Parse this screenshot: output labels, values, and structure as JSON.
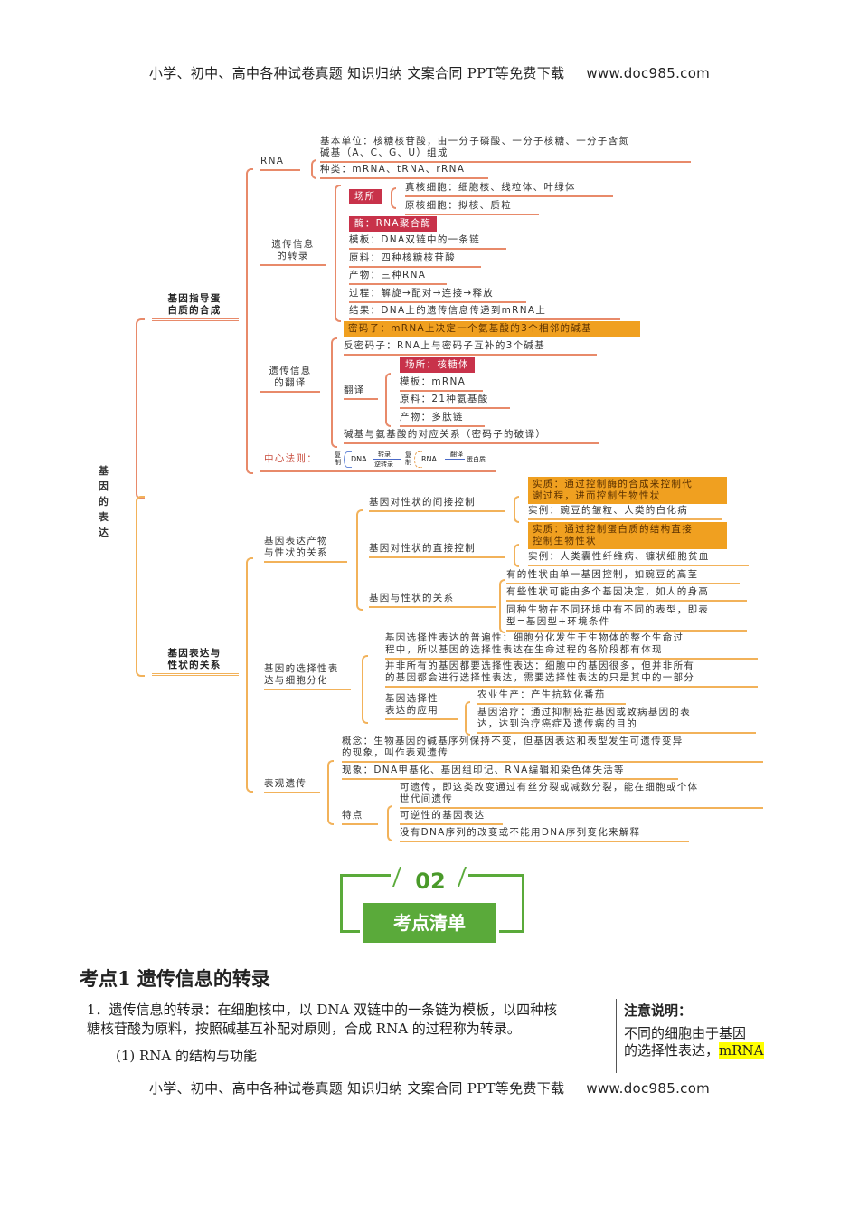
{
  "header": {
    "text": "小学、初中、高中各种试卷真题  知识归纳  文案合同  PPT等免费下载",
    "url": "www.doc985.com"
  },
  "footer": {
    "text": "小学、初中、高中各种试卷真题  知识归纳  文案合同  PPT等免费下载",
    "url": "www.doc985.com"
  },
  "mindmap": {
    "root": "基因的表达",
    "root_chars": [
      "基",
      "因",
      "的",
      "表",
      "达"
    ],
    "branch1": {
      "label_l1": "基因指导蛋",
      "label_l2": "白质的合成",
      "rna": {
        "label": "RNA",
        "unit_l1": "基本单位：核糖核苷酸，由一分子磷酸、一分子核糖、一分子含氮",
        "unit_l2": "碱基（A、C、G、U）组成",
        "types": "种类：mRNA、tRNA、rRNA"
      },
      "transcription": {
        "label_l1": "遗传信息",
        "label_l2": "的转录",
        "site_tag": "场所",
        "site_eukaryote": "真核细胞：细胞核、线粒体、叶绿体",
        "site_prokaryote": "原核细胞：拟核、质粒",
        "enzyme_tag": "酶：RNA聚合酶",
        "template": "模板：DNA双链中的一条链",
        "material": "原料：四种核糖核苷酸",
        "product": "产物：三种RNA",
        "process": "过程：解旋→配对→连接→释放",
        "result": "结果：DNA上的遗传信息传递到mRNA上"
      },
      "translation": {
        "label_l1": "遗传信息",
        "label_l2": "的翻译",
        "codon_tag": "密码子：mRNA上决定一个氨基酸的3个相邻的碱基",
        "anticodon": "反密码子：RNA上与密码子互补的3个碱基",
        "sub_label": "翻译",
        "site_tag": "场所：核糖体",
        "template": "模板：mRNA",
        "material": "原料：21种氨基酸",
        "product": "产物：多肽链",
        "correspondence": "碱基与氨基酸的对应关系（密码子的破译）"
      },
      "central_dogma": {
        "label": "中心法则：",
        "replicate": "复制",
        "dna": "DNA",
        "transcribe": "转录",
        "reverse": "逆转录",
        "rna": "RNA",
        "translate": "翻译",
        "protein": "蛋白质"
      }
    },
    "branch2": {
      "label_l1": "基因表达与",
      "label_l2": "性状的关系",
      "products": {
        "label_l1": "基因表达产物",
        "label_l2": "与性状的关系",
        "indirect": "基因对性状的间接控制",
        "indirect_essence_l1": "实质：通过控制酶的合成来控制代",
        "indirect_essence_l2": "谢过程，进而控制生物性状",
        "indirect_example": "实例：豌豆的皱粒、人类的白化病",
        "direct": "基因对性状的直接控制",
        "direct_essence_l1": "实质：通过控制蛋白质的结构直接",
        "direct_essence_l2": "控制生物性状",
        "direct_example": "实例：人类囊性纤维病、镰状细胞贫血",
        "relation": "基因与性状的关系",
        "rel_1": "有的性状由单一基因控制，如豌豆的高茎",
        "rel_2": "有些性状可能由多个基因决定，如人的身高",
        "rel_3_l1": "同种生物在不同环境中有不同的表型，即表",
        "rel_3_l2": "型=基因型+环境条件"
      },
      "selective": {
        "label_l1": "基因的选择性表",
        "label_l2": "达与细胞分化",
        "universal_l1": "基因选择性表达的普遍性：细胞分化发生于生物体的整个生命过",
        "universal_l2": "程中，所以基因的选择性表达在生命过程的各阶段都有体现",
        "notall_l1": "并非所有的基因都要选择性表达：细胞中的基因很多，但并非所有",
        "notall_l2": "的基因都会进行选择性表达，需要选择性表达的只是其中的一部分",
        "app_l1": "基因选择性",
        "app_l2": "表达的应用",
        "agri": "农业生产：产生抗软化番茄",
        "therapy_l1": "基因治疗：通过抑制癌症基因或致病基因的表",
        "therapy_l2": "达，达到治疗癌症及遗传病的目的"
      },
      "epigenetics": {
        "label": "表观遗传",
        "concept_l1": "概念：生物基因的碱基序列保持不变，但基因表达和表型发生可遗传变异",
        "concept_l2": "的现象，叫作表观遗传",
        "phenomena": "现象：DNA甲基化、基因组印记、RNA编辑和染色体失活等",
        "features": "特点",
        "f1_l1": "可遗传，即这类改变通过有丝分裂或减数分裂，能在细胞或个体",
        "f1_l2": "世代间遗传",
        "f2": "可逆性的基因表达",
        "f3": "没有DNA序列的改变或不能用DNA序列变化来解释"
      }
    }
  },
  "banner": {
    "number": "02",
    "label": "考点清单"
  },
  "section": {
    "title": "考点1  遗传信息的转录",
    "para1_l1": "1．遗传信息的转录：在细胞核中，以 DNA 双链中的一条链为模板，以四种核",
    "para1_l2": "糖核苷酸为原料，按照碱基互补配对原则，合成 RNA 的过程称为转录。",
    "sub1": "(1) RNA 的结构与功能"
  },
  "note": {
    "title": "注意说明：",
    "l1": "不同的细胞由于基因",
    "l2_prefix": "的选择性表达，",
    "l2_highlight": "mRNA"
  },
  "colors": {
    "red_branch": "#e88a6a",
    "orange_branch": "#f2b25a",
    "red_tag": "#c8324a",
    "orange_tag": "#f0a020",
    "banner_green": "#5aaa3a",
    "highlight": "#ffff00"
  }
}
